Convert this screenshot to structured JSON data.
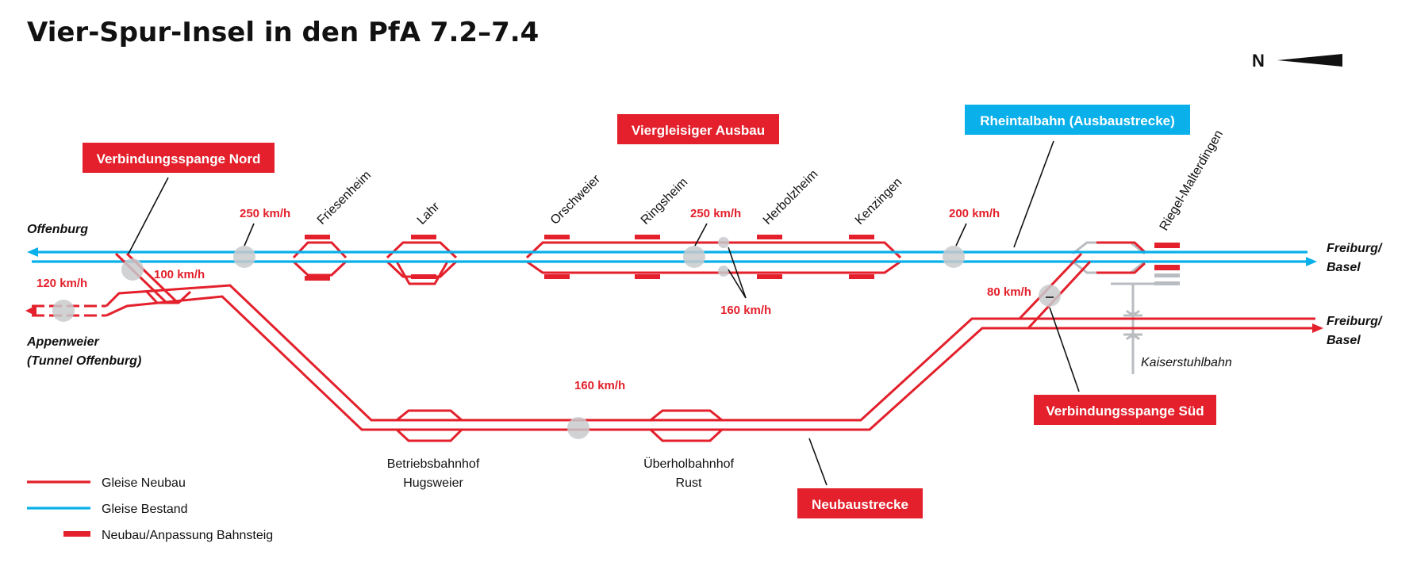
{
  "title": "Vier-Spur-Insel in den PfA 7.2–7.4",
  "north_label": "N",
  "colors": {
    "new": "#e3202b",
    "existing": "#0ab0ea",
    "connector": "#111111",
    "grey": "#b9bcc0",
    "text": "#111111"
  },
  "tags": {
    "nord": "Verbindungsspange Nord",
    "viergleisig": "Viergleisiger Ausbau",
    "rheintalbahn": "Rheintalbahn (Ausbaustrecke)",
    "sued": "Verbindungsspange Süd",
    "neubaustrecke": "Neubaustrecke"
  },
  "stations_top": [
    "Friesenheim",
    "Lahr",
    "Orschweier",
    "Ringsheim",
    "Herbolzheim",
    "Kenzingen",
    "Riegel-Malterdingen"
  ],
  "speeds": {
    "s250a": "250 km/h",
    "s250b": "250 km/h",
    "s200": "200 km/h",
    "s160a": "160 km/h",
    "s160b": "160 km/h",
    "s120": "120 km/h",
    "s100": "100 km/h",
    "s80": "80 km/h"
  },
  "cities": {
    "offenburg": "Offenburg",
    "appenweier_1": "Appenweier",
    "appenweier_2": "(Tunnel Offenburg)",
    "freiburg_top_1": "Freiburg/",
    "freiburg_top_2": "Basel",
    "freiburg_bot_1": "Freiburg/",
    "freiburg_bot_2": "Basel"
  },
  "bottom_stations": {
    "hugsweier_1": "Betriebsbahnhof",
    "hugsweier_2": "Hugsweier",
    "rust_1": "Überholbahnhof",
    "rust_2": "Rust"
  },
  "kaiserstuhlbahn": "Kaiserstuhlbahn",
  "legend": [
    {
      "label": "Gleise Neubau",
      "symbol": "line",
      "color": "#e3202b"
    },
    {
      "label": "Gleise Bestand",
      "symbol": "line",
      "color": "#0ab0ea"
    },
    {
      "label": "Neubau/Anpassung Bahnsteig",
      "symbol": "bar",
      "color": "#e3202b"
    }
  ]
}
